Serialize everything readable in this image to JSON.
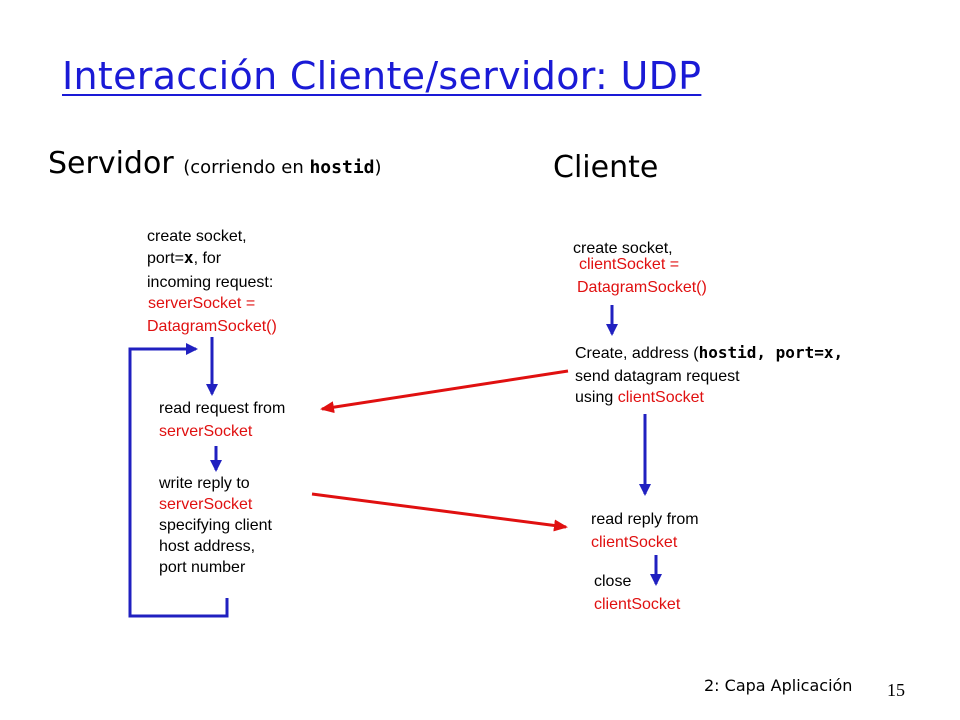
{
  "title": "Interacción Cliente/servidor: UDP",
  "server": {
    "heading": "Servidor",
    "heading_sub_prefix": "(corriendo en ",
    "heading_sub_host": "hostid",
    "heading_sub_suffix": ")",
    "create_line1": "create socket,",
    "create_line2_prefix": "port=",
    "create_line2_var": "x",
    "create_line2_suffix": ", for",
    "create_line3": "incoming request:",
    "create_code1": "serverSocket =",
    "create_code2": "DatagramSocket()",
    "read_line1": "read request from",
    "read_code": "serverSocket",
    "write_line1": "write reply to",
    "write_code": "serverSocket",
    "write_line3": "specifying client",
    "write_line4": "host address,",
    "write_line5": "port number"
  },
  "client": {
    "heading": "Cliente",
    "create_line1": "create socket,",
    "create_code1": "clientSocket =",
    "create_code2": "DatagramSocket()",
    "send_line1_prefix": "Create, address (",
    "send_line1_code": "hostid, port=x,",
    "send_line2": "send datagram request",
    "send_line3_prefix": "using ",
    "send_line3_code": "clientSocket",
    "read_line1": "read reply from",
    "read_code": "clientSocket",
    "close_line1": "close",
    "close_code": "clientSocket"
  },
  "footer": {
    "chapter": "2: Capa Aplicación",
    "page": "15"
  },
  "colors": {
    "title": "#1a1ad6",
    "arrow_blue": "#2020c0",
    "arrow_red": "#e01010",
    "code_red": "#e01010"
  }
}
